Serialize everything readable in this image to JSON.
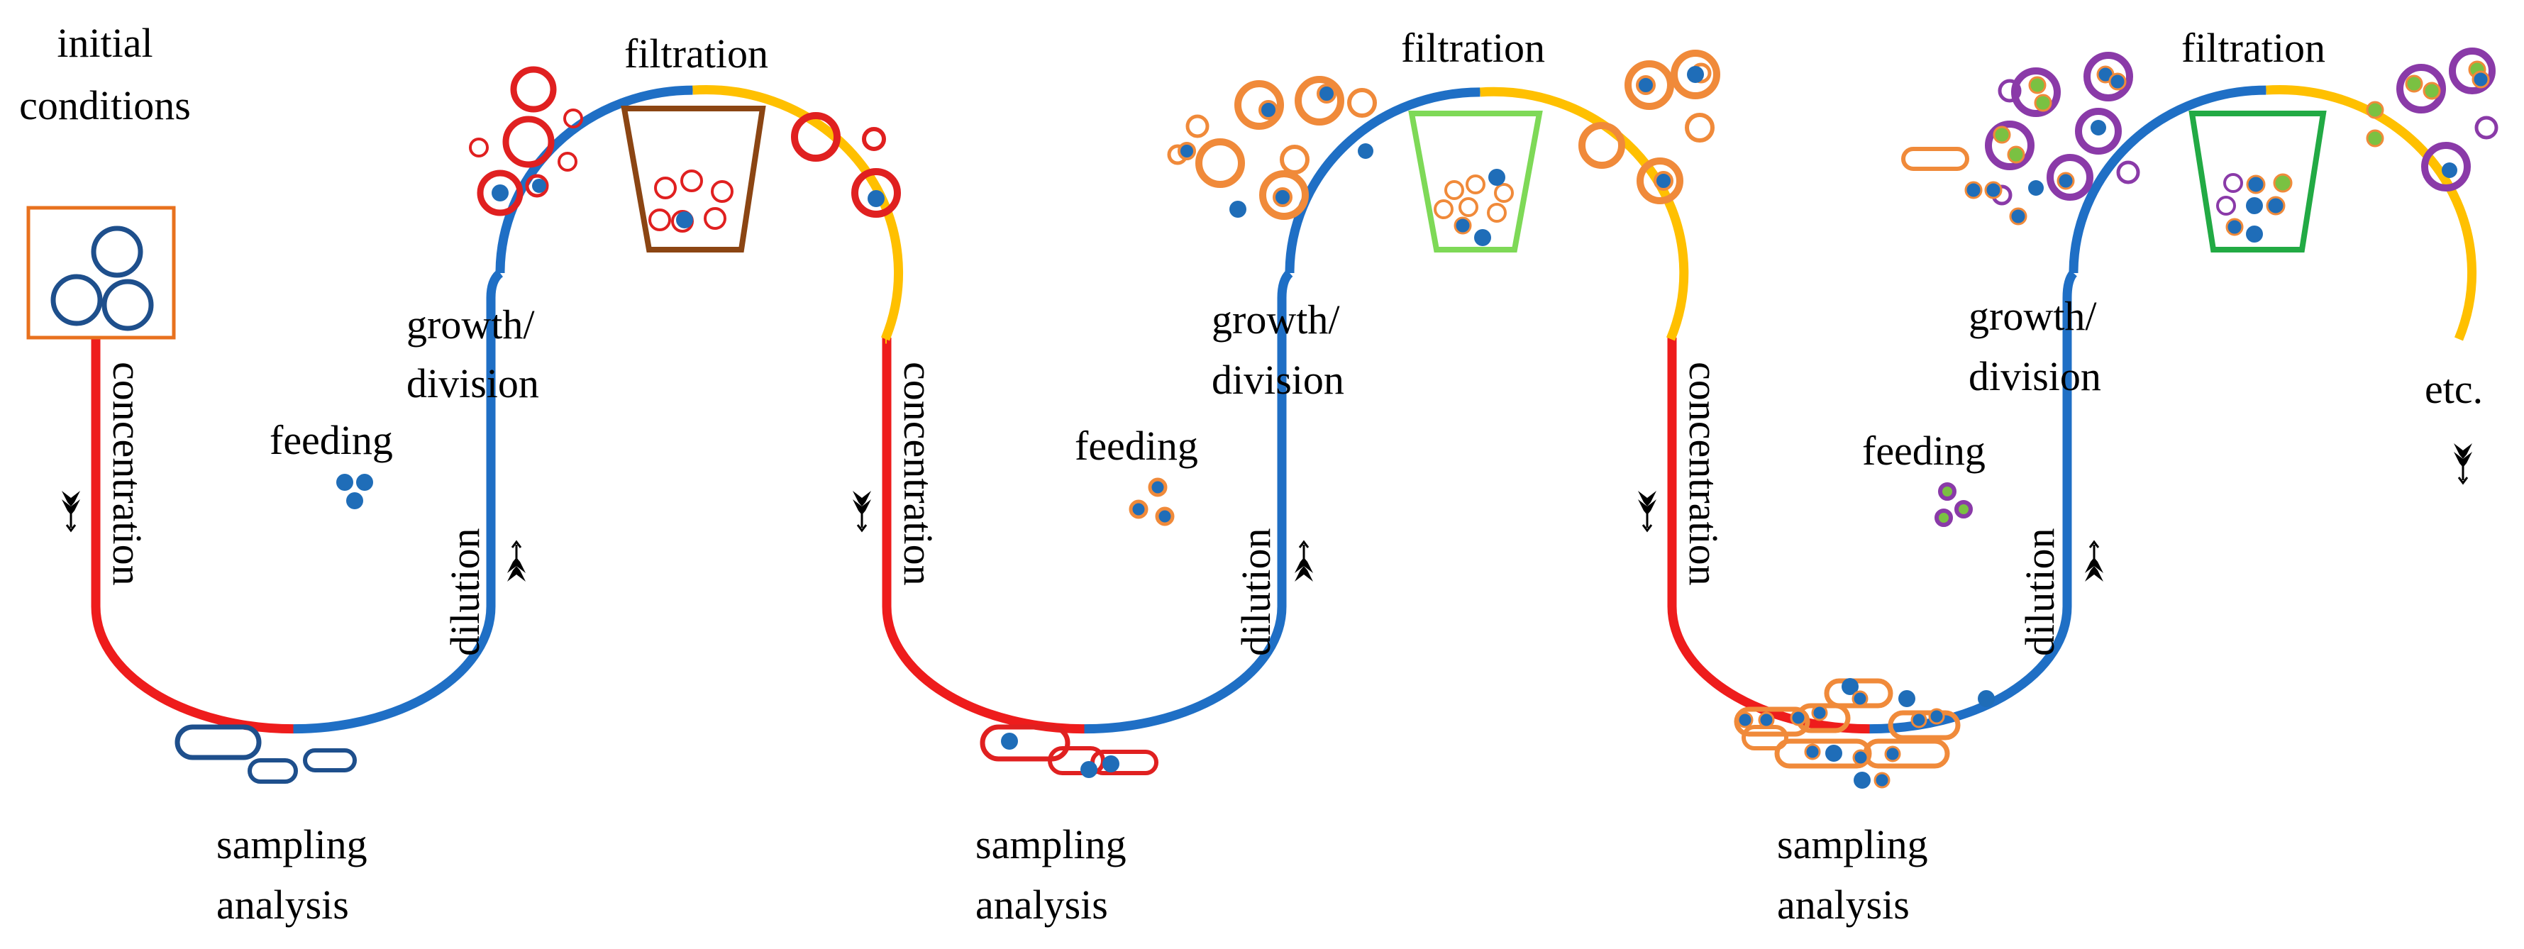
{
  "labels": {
    "initial_conditions": [
      "initial",
      "conditions"
    ],
    "filtration": "filtration",
    "growth_division": [
      "growth/",
      "division"
    ],
    "feeding": "feeding",
    "concentration": "concentration",
    "dilution": "dilution",
    "sampling_analysis": [
      "sampling",
      "analysis"
    ],
    "etc": "etc."
  },
  "colors": {
    "concentration_segment": "#ee1c1c",
    "dilution_segment": "#1f6fc5",
    "filtration_segment": "#ffc000",
    "cell_blue": "#1e4f8c",
    "cycle1_cell": "#e02020",
    "cycle2_cell": "#f08a3a",
    "cycle3_cell": "#8a3aa8",
    "nucleus_blue": "#1f6db8",
    "nucleus_green": "#7ac142",
    "box_initial": "#e8711e",
    "filter_1": "#8b4513",
    "filter_2": "#7ed957",
    "filter_3": "#22aa44"
  },
  "icons": [
    "down-arrow-icon",
    "up-arrow-icon",
    "filter-cup-icon",
    "cell-circle-icon",
    "elongated-cell-icon"
  ],
  "cycles": [
    {
      "id": 1,
      "cell_color": "cycle1_cell",
      "filter_color": "filter_1"
    },
    {
      "id": 2,
      "cell_color": "cycle2_cell",
      "filter_color": "filter_2"
    },
    {
      "id": 3,
      "cell_color": "cycle3_cell",
      "filter_color": "filter_3"
    }
  ]
}
